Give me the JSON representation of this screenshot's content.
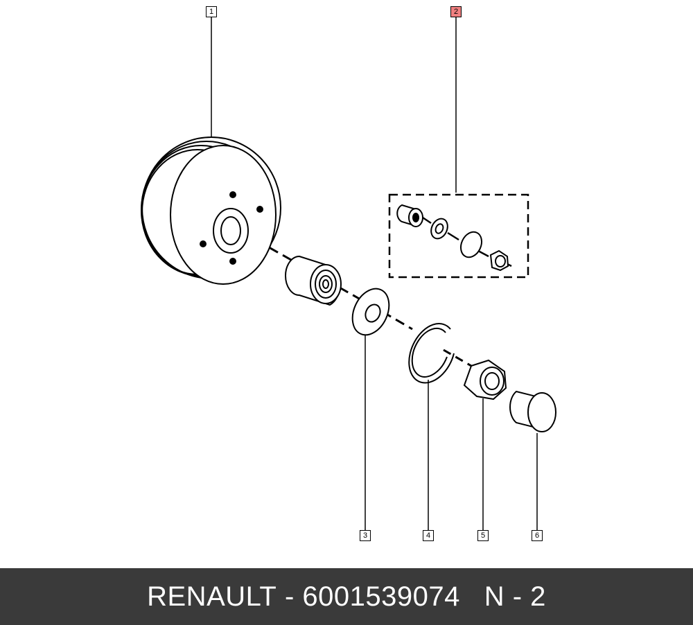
{
  "callouts": [
    {
      "label": "1",
      "highlighted": false
    },
    {
      "label": "2",
      "highlighted": true
    },
    {
      "label": "3",
      "highlighted": false
    },
    {
      "label": "4",
      "highlighted": false
    },
    {
      "label": "5",
      "highlighted": false
    },
    {
      "label": "6",
      "highlighted": false
    }
  ],
  "footer": {
    "brand": "RENAULT",
    "separator": " - ",
    "part_number": "6001539074",
    "position": "N - 2"
  },
  "colors": {
    "footer_bg": "#3a3a3a",
    "highlight": "#f08080"
  }
}
